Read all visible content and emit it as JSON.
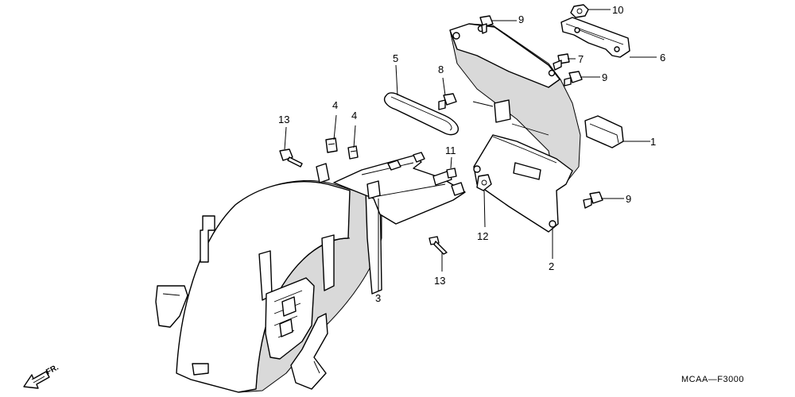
{
  "diagram": {
    "code": "MCAA—F3000",
    "direction_label": "FR.",
    "callouts": [
      {
        "id": "c1",
        "label": "1"
      },
      {
        "id": "c2",
        "label": "2"
      },
      {
        "id": "c3",
        "label": "3"
      },
      {
        "id": "c4a",
        "label": "4"
      },
      {
        "id": "c4b",
        "label": "4"
      },
      {
        "id": "c5",
        "label": "5"
      },
      {
        "id": "c6",
        "label": "6"
      },
      {
        "id": "c7",
        "label": "7"
      },
      {
        "id": "c8",
        "label": "8"
      },
      {
        "id": "c9a",
        "label": "9"
      },
      {
        "id": "c9b",
        "label": "9"
      },
      {
        "id": "c9c",
        "label": "9"
      },
      {
        "id": "c10",
        "label": "10"
      },
      {
        "id": "c11",
        "label": "11"
      },
      {
        "id": "c12",
        "label": "12"
      },
      {
        "id": "c13a",
        "label": "13"
      },
      {
        "id": "c13b",
        "label": "13"
      }
    ]
  }
}
